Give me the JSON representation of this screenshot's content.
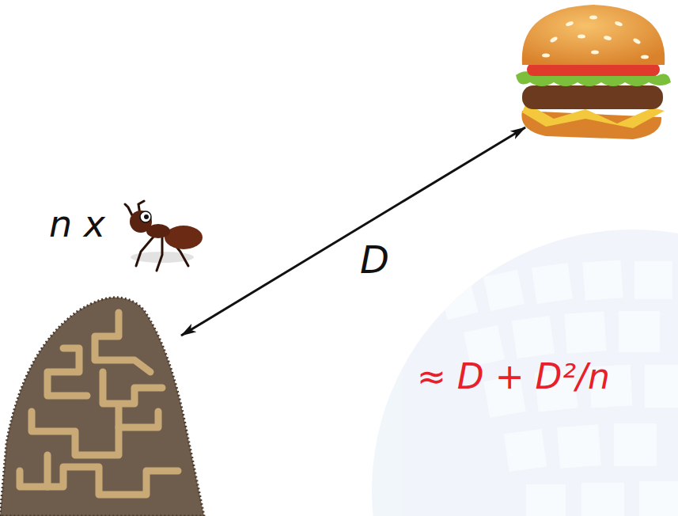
{
  "diagram": {
    "labels": [
      "n x",
      "D",
      "≈ D + D²/n"
    ]
  }
}
